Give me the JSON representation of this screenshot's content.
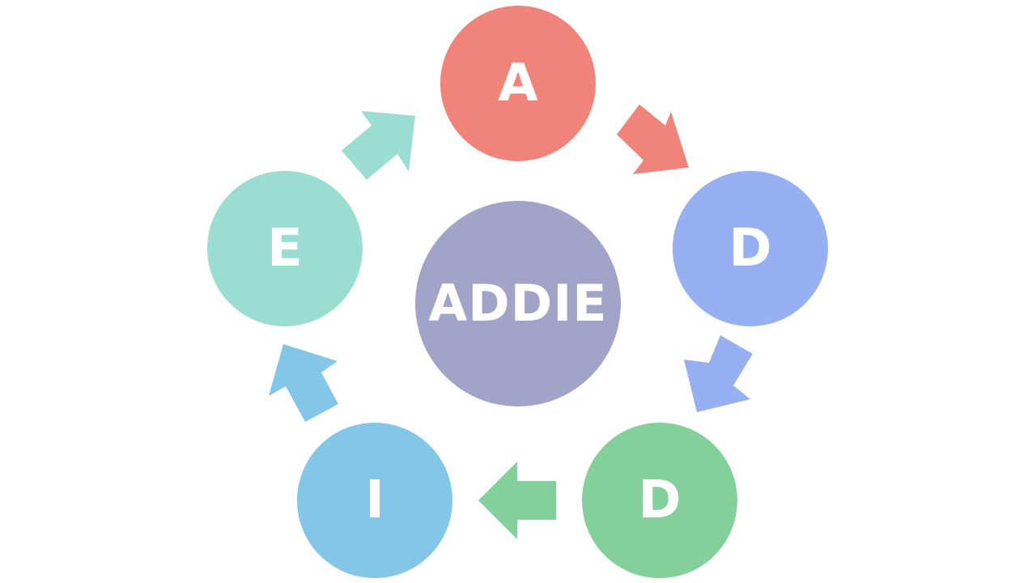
{
  "diagram": {
    "center": {
      "label": "ADDIE",
      "color": "#a1a3c8"
    },
    "nodes": [
      {
        "label": "A",
        "color": "#f0837a"
      },
      {
        "label": "D",
        "color": "#96b0f2"
      },
      {
        "label": "D",
        "color": "#84d09b"
      },
      {
        "label": "I",
        "color": "#84c6e8"
      },
      {
        "label": "E",
        "color": "#9bded1"
      }
    ],
    "arrows": [
      {
        "from": "A",
        "to": "D",
        "color": "#f0837a"
      },
      {
        "from": "D",
        "to": "D",
        "color": "#96b0f2"
      },
      {
        "from": "D",
        "to": "I",
        "color": "#84d09b"
      },
      {
        "from": "I",
        "to": "E",
        "color": "#84c6e8"
      },
      {
        "from": "E",
        "to": "A",
        "color": "#9bded1"
      }
    ]
  }
}
